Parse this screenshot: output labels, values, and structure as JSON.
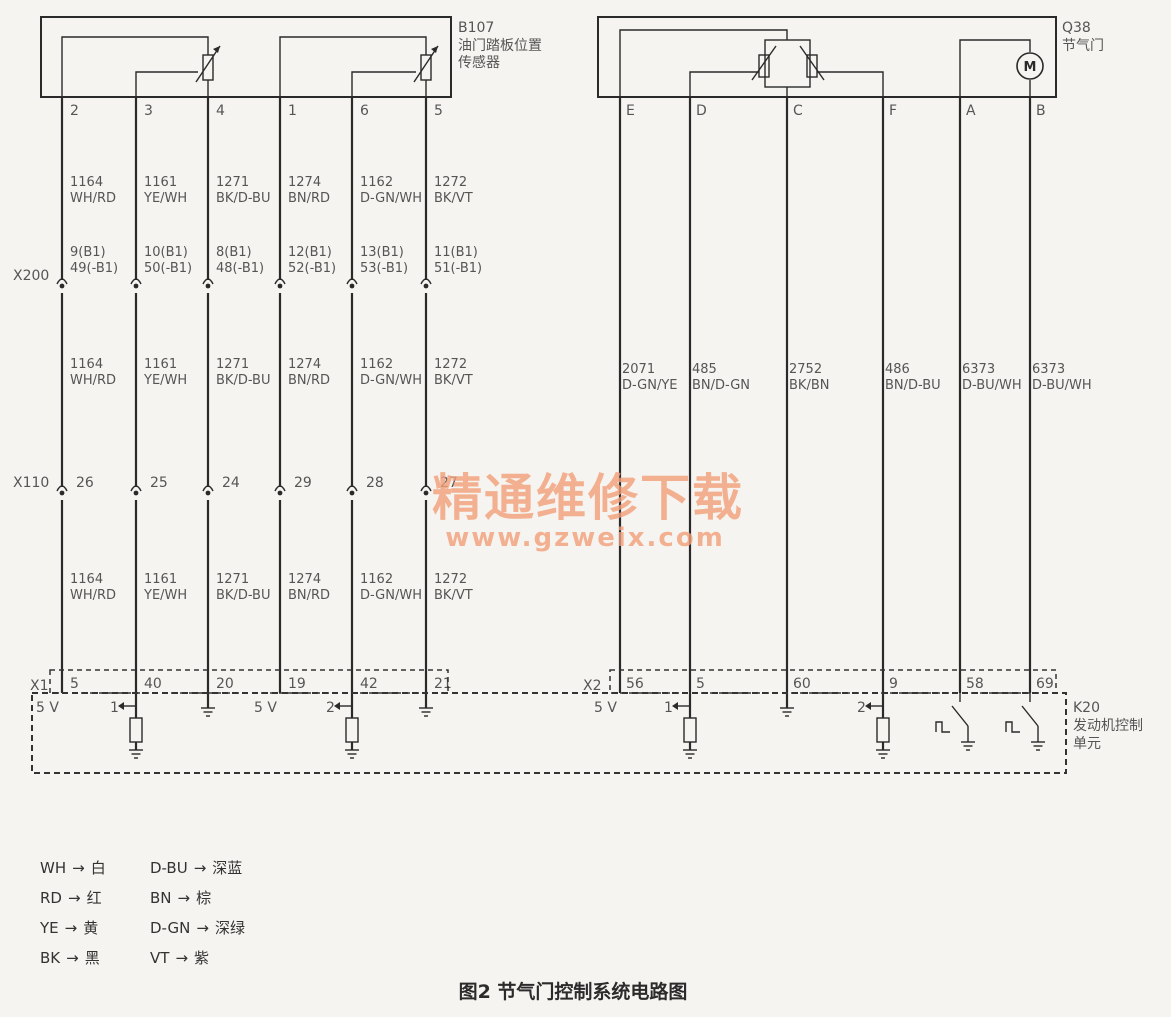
{
  "left_component": {
    "id": "B107",
    "name_line1": "油门踏板位置",
    "name_line2": "传感器"
  },
  "right_component": {
    "id": "Q38",
    "name": "节气门",
    "motor_symbol": "M"
  },
  "ecu": {
    "id": "K20",
    "name_line1": "发动机控制",
    "name_line2": "单元"
  },
  "connectors": {
    "x200": "X200",
    "x110": "X110",
    "x1": "X1",
    "x2": "X2"
  },
  "left_wires": [
    {
      "pin": "2",
      "circuit": "1164",
      "color": "WH/RD",
      "x200_a": "9(B1)",
      "x200_b": "49(-B1)",
      "x110_pin": "26",
      "x1_pin": "5",
      "ecu_label": "5 V"
    },
    {
      "pin": "3",
      "circuit": "1161",
      "color": "YE/WH",
      "x200_a": "10(B1)",
      "x200_b": "50(-B1)",
      "x110_pin": "25",
      "x1_pin": "40",
      "ecu_label": "1"
    },
    {
      "pin": "4",
      "circuit": "1271",
      "color": "BK/D-BU",
      "x200_a": "8(B1)",
      "x200_b": "48(-B1)",
      "x110_pin": "24",
      "x1_pin": "20",
      "ecu_label": ""
    },
    {
      "pin": "1",
      "circuit": "1274",
      "color": "BN/RD",
      "x200_a": "12(B1)",
      "x200_b": "52(-B1)",
      "x110_pin": "29",
      "x1_pin": "19",
      "ecu_label": "5 V"
    },
    {
      "pin": "6",
      "circuit": "1162",
      "color": "D-GN/WH",
      "x200_a": "13(B1)",
      "x200_b": "53(-B1)",
      "x110_pin": "28",
      "x1_pin": "42",
      "ecu_label": "2"
    },
    {
      "pin": "5",
      "circuit": "1272",
      "color": "BK/VT",
      "x200_a": "11(B1)",
      "x200_b": "51(-B1)",
      "x110_pin": "27",
      "x1_pin": "21",
      "ecu_label": ""
    }
  ],
  "right_wires": [
    {
      "pin": "E",
      "circuit": "2071",
      "color": "D-GN/YE",
      "x2_pin": "56",
      "ecu_label": "5 V"
    },
    {
      "pin": "D",
      "circuit": "485",
      "color": "BN/D-GN",
      "x2_pin": "5",
      "ecu_label": "1"
    },
    {
      "pin": "C",
      "circuit": "2752",
      "color": "BK/BN",
      "x2_pin": "60",
      "ecu_label": ""
    },
    {
      "pin": "F",
      "circuit": "486",
      "color": "BN/D-BU",
      "x2_pin": "9",
      "ecu_label": "2"
    },
    {
      "pin": "A",
      "circuit": "6373",
      "color": "D-BU/WH",
      "x2_pin": "58",
      "ecu_label": ""
    },
    {
      "pin": "B",
      "circuit": "6373",
      "color": "D-BU/WH",
      "x2_pin": "69",
      "ecu_label": ""
    }
  ],
  "legend": [
    {
      "code": "WH",
      "meaning": "白"
    },
    {
      "code": "RD",
      "meaning": "红"
    },
    {
      "code": "YE",
      "meaning": "黄"
    },
    {
      "code": "BK",
      "meaning": "黑"
    },
    {
      "code": "D-BU",
      "meaning": "深蓝"
    },
    {
      "code": "BN",
      "meaning": "棕"
    },
    {
      "code": "D-GN",
      "meaning": "深绿"
    },
    {
      "code": "VT",
      "meaning": "紫"
    }
  ],
  "legend_arrow": "→",
  "watermark": {
    "line1": "精通维修下载",
    "line2": "www.gzweix.com"
  },
  "caption": "图2  节气门控制系统电路图"
}
